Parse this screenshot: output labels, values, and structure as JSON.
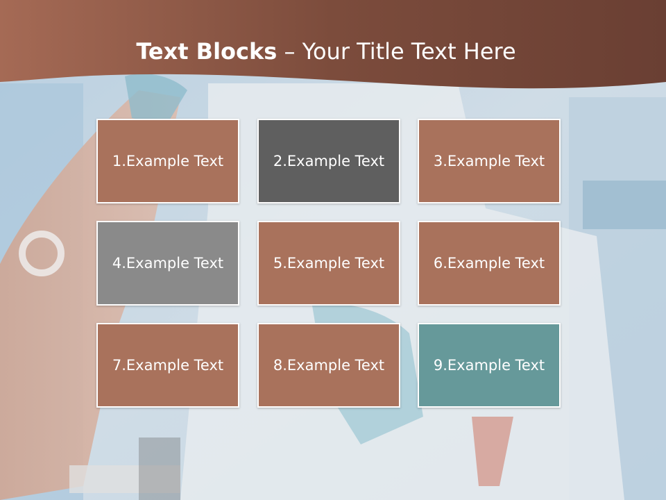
{
  "slide": {
    "title_bold": "Text Blocks",
    "title_rest": " – Your Title Text Here",
    "colors": {
      "header_brown": "#7a4b3c",
      "tile_brown": "#a9725c",
      "tile_dark_gray": "#5f5f5f",
      "tile_gray": "#8a8a8a",
      "tile_teal": "#66999a"
    },
    "blocks": [
      {
        "label": "1.Example Text",
        "color": "#a9725c"
      },
      {
        "label": "2.Example Text",
        "color": "#5f5f5f"
      },
      {
        "label": "3.Example Text",
        "color": "#a9725c"
      },
      {
        "label": "4.Example Text",
        "color": "#8a8a8a"
      },
      {
        "label": "5.Example Text",
        "color": "#a9725c"
      },
      {
        "label": "6.Example Text",
        "color": "#a9725c"
      },
      {
        "label": "7.Example Text",
        "color": "#a9725c"
      },
      {
        "label": "8.Example Text",
        "color": "#a9725c"
      },
      {
        "label": "9.Example Text",
        "color": "#66999a"
      }
    ]
  }
}
